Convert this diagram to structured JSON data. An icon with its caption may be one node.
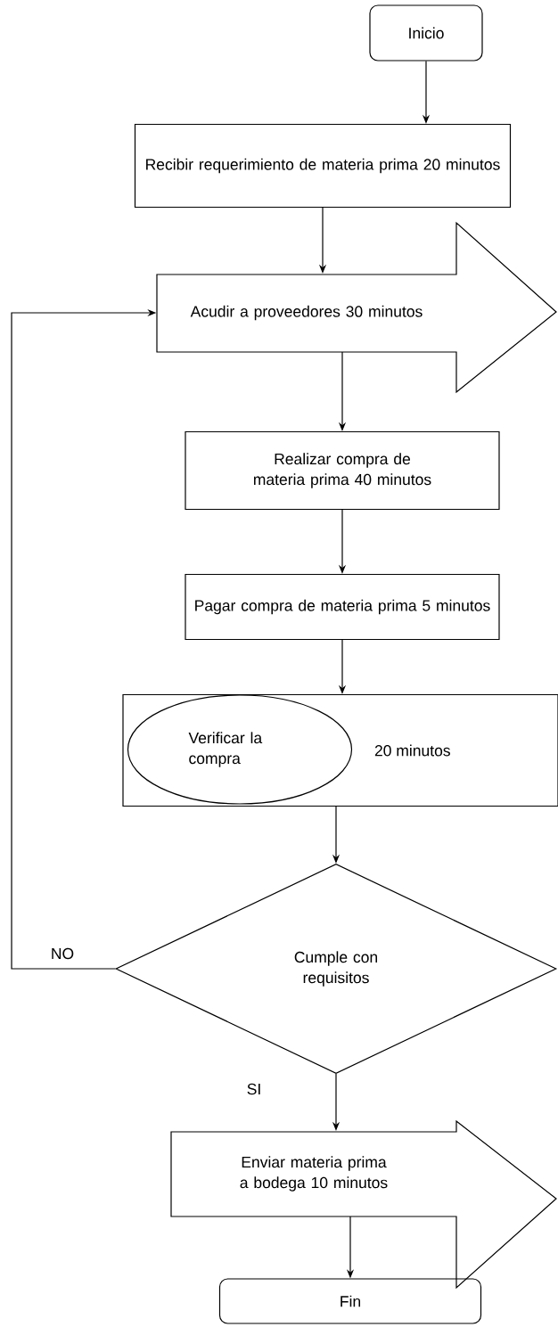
{
  "diagram": {
    "nodes": [
      {
        "text": [
          "Inicio"
        ]
      },
      {
        "text": [
          "Recibir requerimiento de materia prima 20 minutos"
        ]
      },
      {
        "text": [
          "Acudir a proveedores 30 minutos"
        ]
      },
      {
        "text": [
          "Realizar compra de materia prima 40 minutos"
        ]
      },
      {
        "text": [
          "Pagar compra de materia prima 5 minutos"
        ]
      },
      {
        "text": [
          "20 minutos"
        ]
      },
      {
        "text": [
          "Verificar la compra"
        ],
        "in": 5
      },
      {
        "text": [
          "Cumple con requisitos"
        ]
      },
      {
        "text": [
          "Enviar materia prima a bodega 10 minutos"
        ]
      },
      {
        "text": [
          "Fin"
        ]
      }
    ],
    "edges": [
      {
        "from": 0,
        "to": 1,
        "arrow": "to"
      },
      {
        "from": 1,
        "to": 2,
        "arrow": "to"
      },
      {
        "from": 2,
        "to": 3,
        "arrow": "to"
      },
      {
        "from": 3,
        "to": 4,
        "arrow": "to"
      },
      {
        "from": 4,
        "to": 5,
        "arrow": "to"
      },
      {
        "from": 5,
        "to": 7,
        "arrow": "to"
      },
      {
        "from": 7,
        "to": 2,
        "arrow": "to",
        "label": "NO"
      },
      {
        "from": 7,
        "to": 8,
        "arrow": "to",
        "label": "SI"
      },
      {
        "from": 8,
        "to": 9,
        "arrow": "to"
      }
    ]
  }
}
